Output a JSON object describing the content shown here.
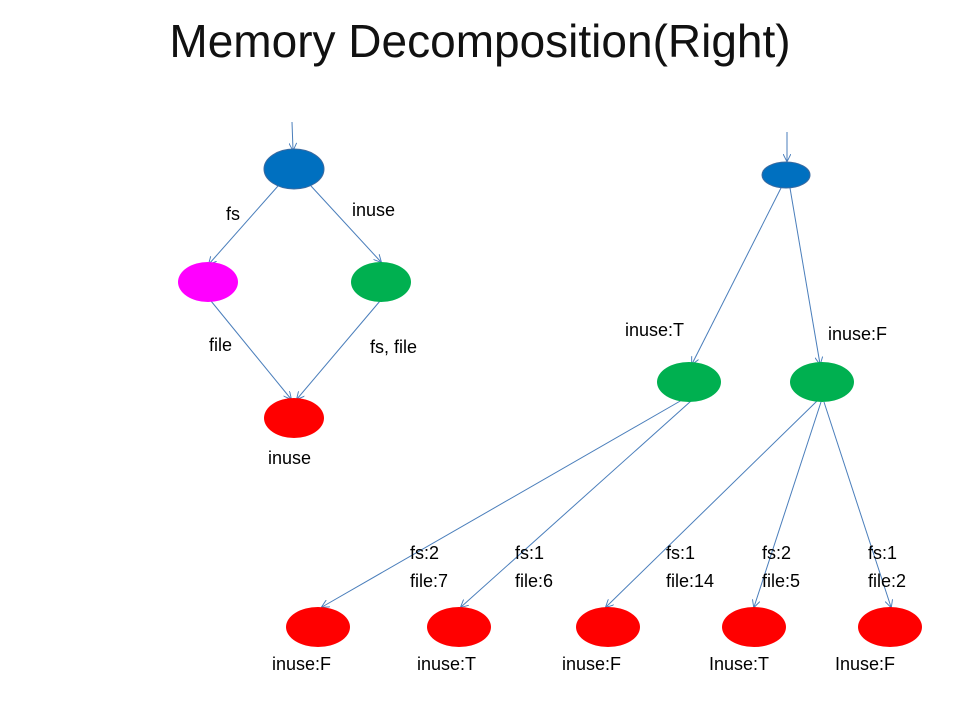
{
  "title": "Memory Decomposition(Right)",
  "colors": {
    "blue": "#0070c0",
    "magenta": "#ff00ff",
    "green": "#00b050",
    "red": "#ff0000",
    "edge": "#4a7ebb"
  },
  "left_graph": {
    "edges": {
      "fs": "fs",
      "inuse": "inuse",
      "file": "file",
      "fs_file": "fs, file"
    },
    "bottom_node_label": "inuse"
  },
  "right_graph": {
    "edges": {
      "inuse_t": "inuse:T",
      "inuse_f": "inuse:F"
    },
    "leaves": [
      {
        "fs": "fs:2",
        "file": "file:7",
        "label": "inuse:F"
      },
      {
        "fs": "fs:1",
        "file": "file:6",
        "label": "inuse:T"
      },
      {
        "fs": "fs:1",
        "file": "file:14",
        "label": "inuse:F"
      },
      {
        "fs": "fs:2",
        "file": "file:5",
        "label": "Inuse:T"
      },
      {
        "fs": "fs:1",
        "file": "file:2",
        "label": "Inuse:F"
      }
    ]
  }
}
